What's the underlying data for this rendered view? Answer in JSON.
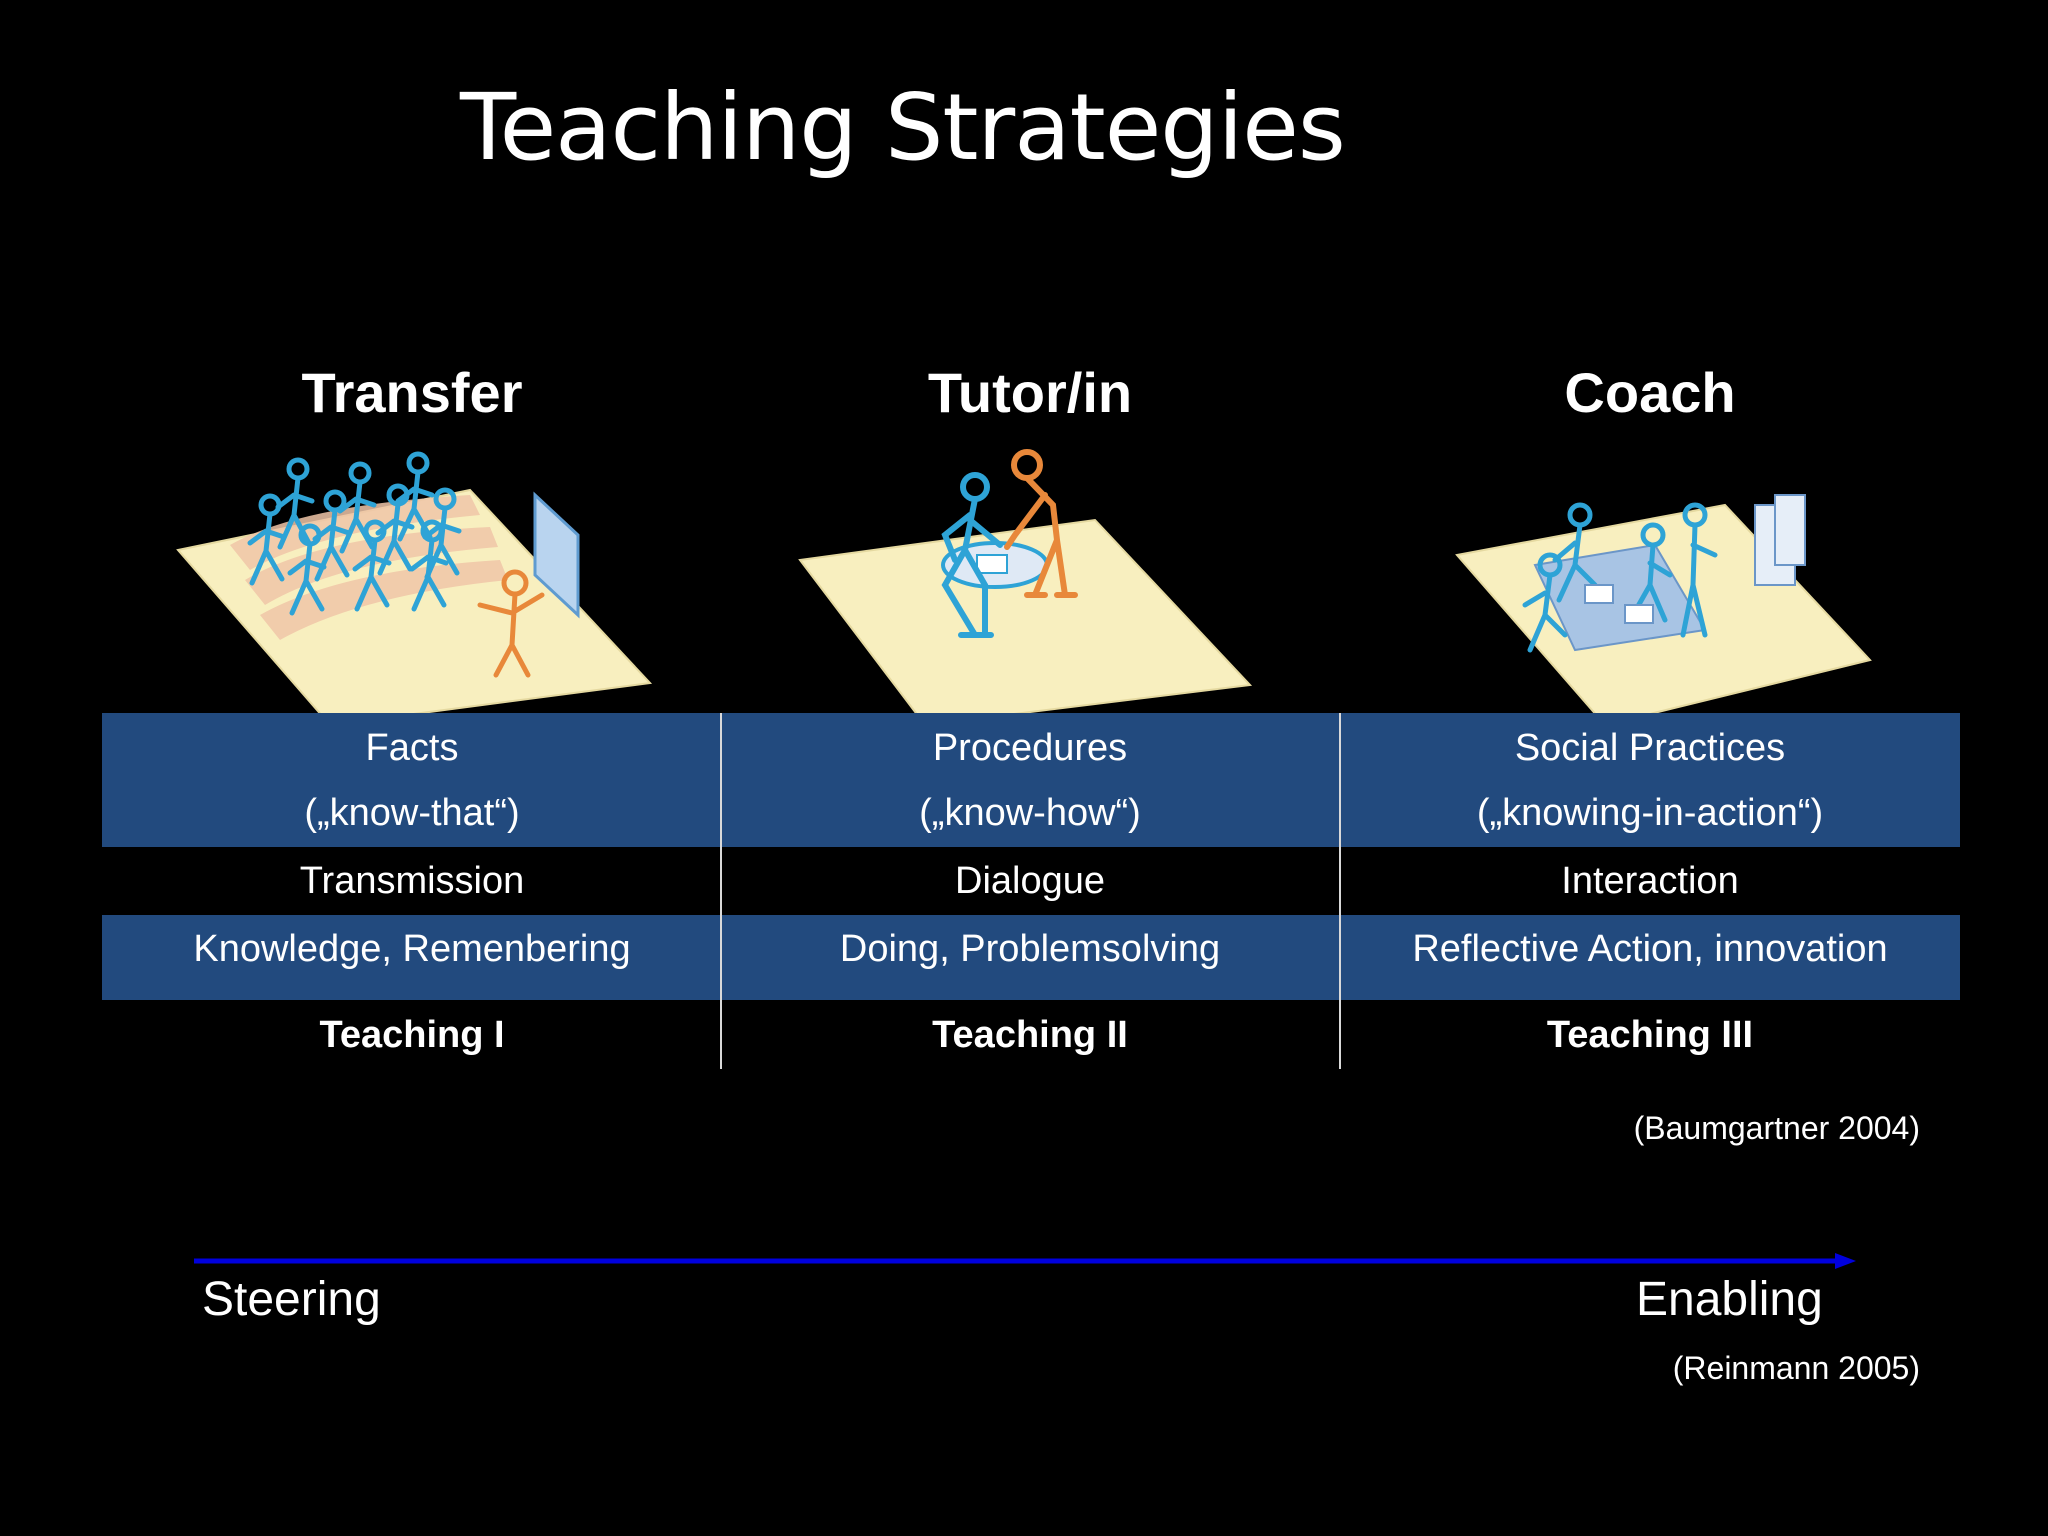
{
  "title": "Teaching Strategies",
  "columns": [
    {
      "head": "Transfer",
      "knowledge": "Facts",
      "knowledge_sub": "(„know-that“)",
      "mode": "Transmission",
      "outcome": "Knowledge, Remenbering",
      "teaching": "Teaching I"
    },
    {
      "head": "Tutor/in",
      "knowledge": "Procedures",
      "knowledge_sub": "(„know-how“)",
      "mode": "Dialogue",
      "outcome": "Doing, Problemsolving",
      "teaching": "Teaching II"
    },
    {
      "head": "Coach",
      "knowledge": "Social Practices",
      "knowledge_sub": "(„knowing-in-action“)",
      "mode": "Interaction",
      "outcome": "Reflective Action, innovation",
      "teaching": "Teaching III"
    }
  ],
  "citation_baumgartner": "(Baumgartner 2004)",
  "axis": {
    "left": "Steering",
    "right": "Enabling",
    "citation": "(Reinmann 2005)",
    "color": "#0000dd"
  },
  "colors": {
    "band": "#224a7e",
    "floor": "#f8efbf",
    "student": "#2ea3d6",
    "teacher": "#e8883a"
  }
}
